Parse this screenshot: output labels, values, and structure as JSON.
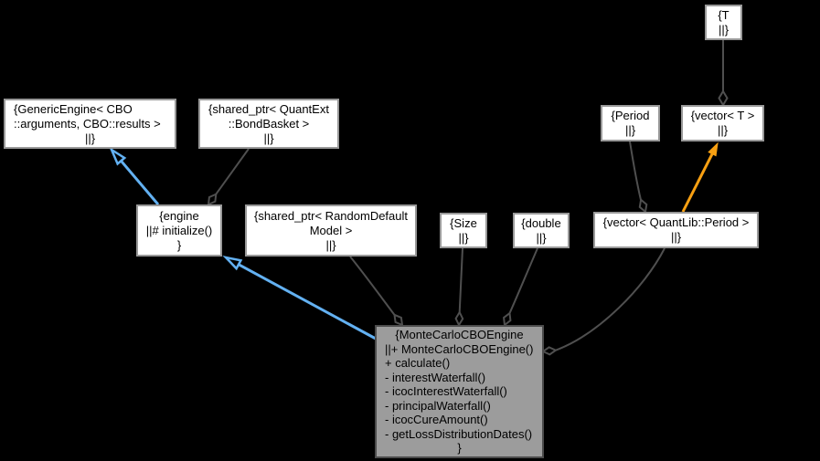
{
  "diagram": {
    "type": "uml-collaboration-graph",
    "focus_class": "MonteCarloCBOEngine",
    "colors": {
      "background": "#000000",
      "node_fill": "#ffffff",
      "node_border": "#999999",
      "focus_node_fill": "#9c9c9c",
      "focus_node_border": "#4c4c4c",
      "aggregation_edge": "#4f4f4f",
      "inheritance_edge": "#63b1f2",
      "template_edge": "#f8a012",
      "text": "#000000"
    }
  },
  "nodes": {
    "t": {
      "lines": [
        "{T",
        "||}"
      ]
    },
    "generic_engine": {
      "lines": [
        "{GenericEngine< CBO",
        "::arguments, CBO::results >",
        "||}"
      ]
    },
    "bond_basket": {
      "lines": [
        "{shared_ptr< QuantExt",
        "::BondBasket >",
        "||}"
      ]
    },
    "period": {
      "lines": [
        "{Period",
        "||}"
      ]
    },
    "vector_t": {
      "lines": [
        "{vector< T >",
        "||}"
      ]
    },
    "engine": {
      "lines": [
        "{engine",
        "||# initialize()",
        "}"
      ]
    },
    "random_default_model": {
      "lines": [
        "{shared_ptr< RandomDefault",
        "Model >",
        "||}"
      ]
    },
    "size": {
      "lines": [
        "{Size",
        "||}"
      ]
    },
    "double": {
      "lines": [
        "{double",
        "||}"
      ]
    },
    "vector_period": {
      "lines": [
        "{vector< QuantLib::Period >",
        "||}"
      ]
    },
    "monte_carlo": {
      "lines": [
        "{MonteCarloCBOEngine",
        "||+ MonteCarloCBOEngine()",
        "+ calculate()",
        "- interestWaterfall()",
        "- icocInterestWaterfall()",
        "- principalWaterfall()",
        "- icocCureAmount()",
        "- getLossDistributionDates()",
        "}"
      ]
    }
  },
  "edges": [
    {
      "from": "T",
      "to": "vector< T >",
      "type": "aggregation-open-diamond"
    },
    {
      "from": "Period",
      "to": "vector< QuantLib::Period >",
      "type": "aggregation-open-diamond"
    },
    {
      "from": "vector< QuantLib::Period >",
      "to": "vector< T >",
      "type": "template-instantiation"
    },
    {
      "from": "shared_ptr< QuantExt::BondBasket >",
      "to": "engine",
      "type": "aggregation-open-diamond"
    },
    {
      "from": "engine",
      "to": "GenericEngine< CBO::arguments, CBO::results >",
      "type": "inheritance"
    },
    {
      "from": "MonteCarloCBOEngine",
      "to": "engine",
      "type": "inheritance"
    },
    {
      "from": "shared_ptr< RandomDefaultModel >",
      "to": "MonteCarloCBOEngine",
      "type": "aggregation-open-diamond"
    },
    {
      "from": "Size",
      "to": "MonteCarloCBOEngine",
      "type": "aggregation-open-diamond"
    },
    {
      "from": "double",
      "to": "MonteCarloCBOEngine",
      "type": "aggregation-open-diamond"
    },
    {
      "from": "vector< QuantLib::Period >",
      "to": "MonteCarloCBOEngine",
      "type": "aggregation-open-diamond"
    }
  ]
}
